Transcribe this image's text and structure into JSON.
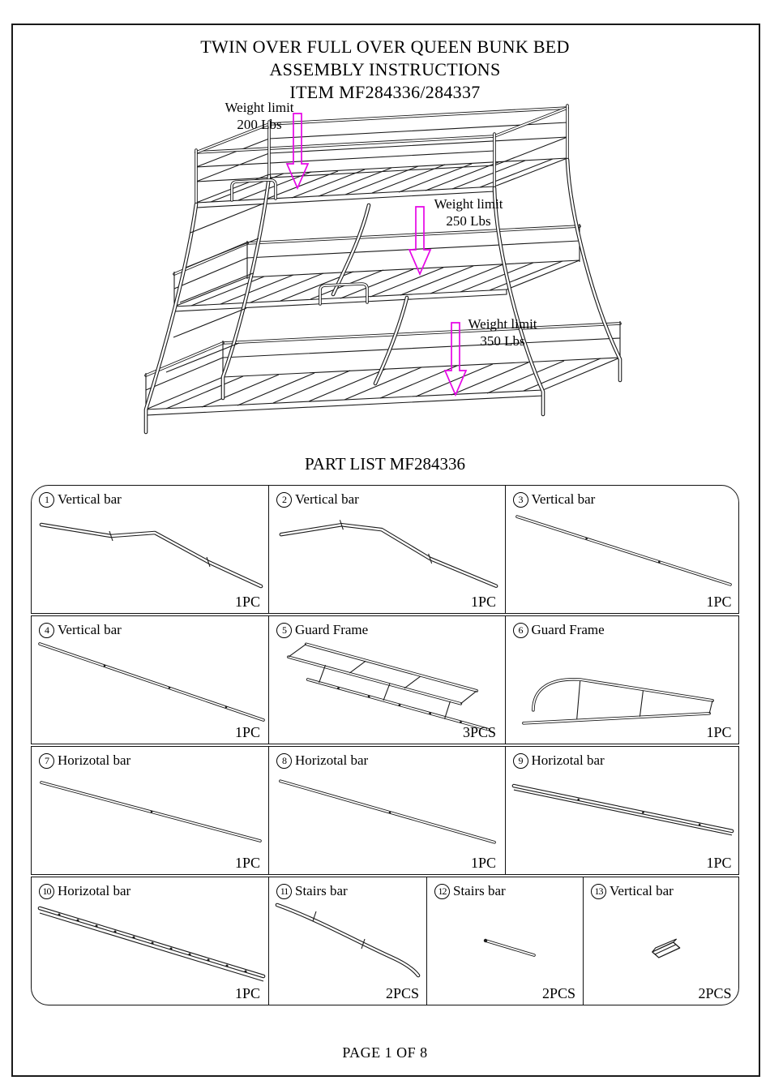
{
  "page": {
    "title_line1": "TWIN OVER FULL OVER QUEEN BUNK BED",
    "title_line2": "ASSEMBLY INSTRUCTIONS",
    "title_line3": "ITEM MF284336/284337",
    "part_list_title": "PART LIST MF284336",
    "footer": "PAGE 1 OF 8"
  },
  "diagram": {
    "arrow_color": "#E606E6",
    "weight_limits": [
      {
        "line1": "Weight limit",
        "line2": "200 Lbs"
      },
      {
        "line1": "Weight limit",
        "line2": "250 Lbs"
      },
      {
        "line1": "Weight limit",
        "line2": "350 Lbs"
      }
    ]
  },
  "parts": [
    {
      "num": "1",
      "label": "Vertical bar",
      "qty": "1PC"
    },
    {
      "num": "2",
      "label": "Vertical bar",
      "qty": "1PC"
    },
    {
      "num": "3",
      "label": "Vertical bar",
      "qty": "1PC"
    },
    {
      "num": "4",
      "label": "Vertical bar",
      "qty": "1PC"
    },
    {
      "num": "5",
      "label": "Guard Frame",
      "qty": "3PCS"
    },
    {
      "num": "6",
      "label": "Guard Frame",
      "qty": "1PC"
    },
    {
      "num": "7",
      "label": "Horizotal bar",
      "qty": "1PC"
    },
    {
      "num": "8",
      "label": "Horizotal bar",
      "qty": "1PC"
    },
    {
      "num": "9",
      "label": "Horizotal bar",
      "qty": "1PC"
    },
    {
      "num": "10",
      "label": "Horizotal bar",
      "qty": "1PC"
    },
    {
      "num": "11",
      "label": "Stairs bar",
      "qty": "2PCS"
    },
    {
      "num": "12",
      "label": "Stairs bar",
      "qty": "2PCS"
    },
    {
      "num": "13",
      "label": "Vertical bar",
      "qty": "2PCS"
    }
  ]
}
